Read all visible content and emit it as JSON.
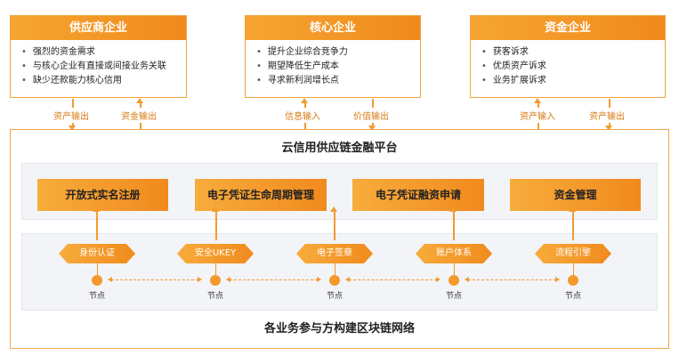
{
  "top_boxes": [
    {
      "title": "供应商企业",
      "items": [
        "强烈的资金需求",
        "与核心企业有直接或间接业务关联",
        "缺少还款能力核心信用"
      ]
    },
    {
      "title": "核心企业",
      "items": [
        "提升企业综合竞争力",
        "期望降低生产成本",
        "寻求新利润增长点"
      ]
    },
    {
      "title": "资金企业",
      "items": [
        "获客诉求",
        "优质资产诉求",
        "业务扩展诉求"
      ]
    }
  ],
  "flows": [
    "资产输出",
    "资金输出",
    "信息输入",
    "价值输出",
    "资产输入",
    "资产输出"
  ],
  "platform_title": "云信用供应链金融平台",
  "modules": [
    "开放式实名注册",
    "电子凭证生命周期管理",
    "电子凭证融资申请",
    "资金管理"
  ],
  "tags": [
    "身份认证",
    "安全UKEY",
    "电子签章",
    "账户体系",
    "流程引擎"
  ],
  "node_label": "节点",
  "footer": "各业务参与方构建区块链网络",
  "colors": {
    "accent": "#f29b2e",
    "panel": "#f2f4f7",
    "border": "#f0a23c"
  }
}
